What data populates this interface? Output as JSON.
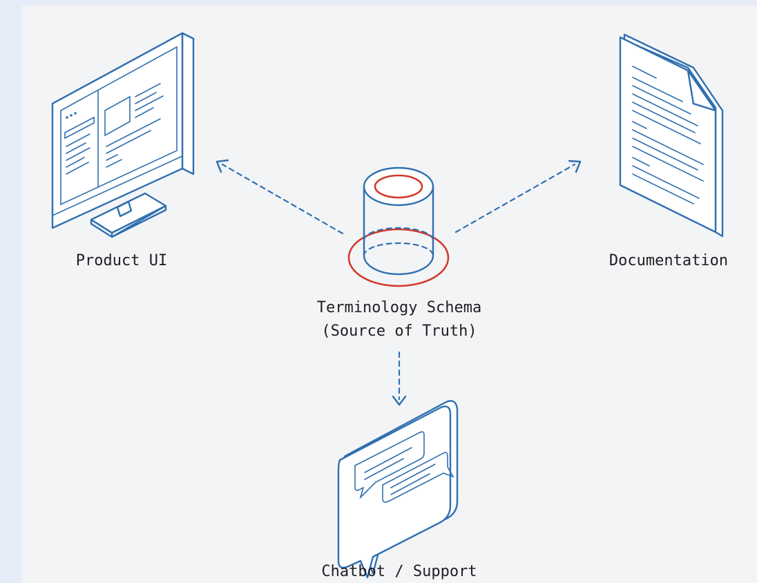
{
  "nodes": {
    "center_line1": "Terminology Schema",
    "center_line2": "(Source of Truth)",
    "product_ui": "Product UI",
    "documentation": "Documentation",
    "chatbot": "Chatbot / Support"
  },
  "icons": {
    "center": "database-cylinder-icon",
    "product_ui": "desktop-monitor-icon",
    "documentation": "document-page-icon",
    "chatbot": "chat-bubble-icon"
  },
  "colors": {
    "line": "#2f6fb0",
    "accent": "#d23a2c",
    "background": "#f3f4f5"
  }
}
